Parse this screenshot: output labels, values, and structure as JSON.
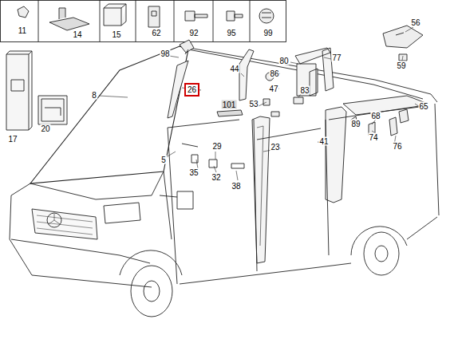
{
  "diagram": {
    "nodes": [
      {
        "text": [
          "26"
        ]
      }
    ],
    "labels": [
      "11",
      "14",
      "15",
      "62",
      "92",
      "95",
      "99",
      "56",
      "59",
      "98",
      "80",
      "77",
      "44",
      "86",
      "47",
      "83",
      "101",
      "53",
      "65",
      "8",
      "17",
      "20",
      "89",
      "68",
      "74",
      "76",
      "41",
      "5",
      "29",
      "23",
      "35",
      "32",
      "38"
    ]
  }
}
